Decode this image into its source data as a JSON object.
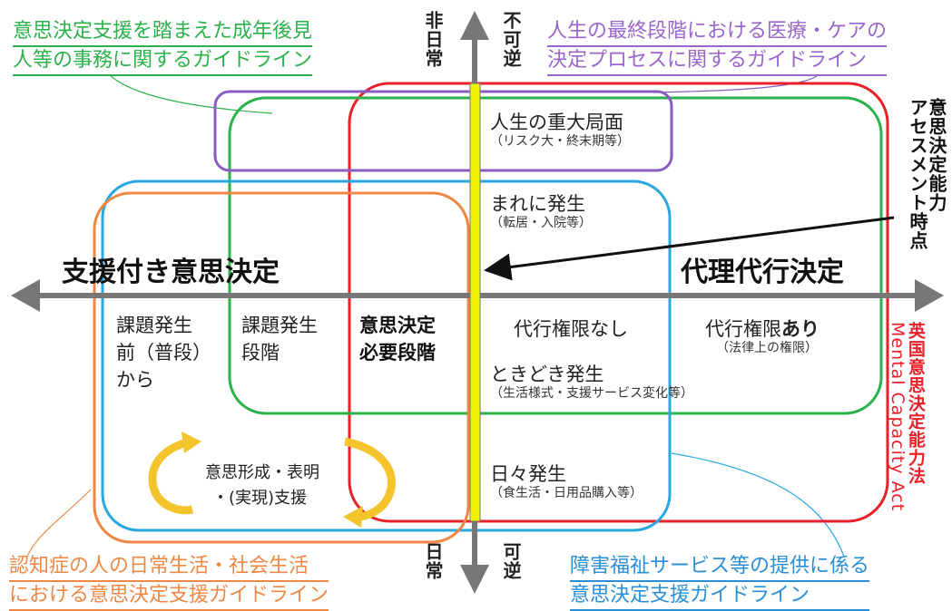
{
  "guidelines": {
    "adult_guardianship": [
      "意思決定支援を踏まえた成年後見",
      "人等の事務に関するガイドライン"
    ],
    "end_of_life": [
      "人生の最終段階における医療・ケアの",
      "決定プロセスに関するガイドライン"
    ],
    "dementia": [
      "認知症の人の日常生活・社会生活",
      "における意思決定支援ガイドライン"
    ],
    "disability_services": [
      "障害福祉サービス等の提供に係る",
      "意思決定支援ガイドライン"
    ]
  },
  "axis": {
    "top_left": "非日常",
    "top_right": "不可逆",
    "bottom_left": "日常",
    "bottom_right": "可逆",
    "left": "支援付き意思決定",
    "right": "代理代行決定"
  },
  "assessment_label": [
    "意思決定能力",
    "アセスメント時点"
  ],
  "mca_label": [
    "英国意思決定能力法",
    "Mental Capacity Act"
  ],
  "events": {
    "major": {
      "title": "人生の重大局面",
      "sub": "（リスク大・終末期等）"
    },
    "rare": {
      "title": "まれに発生",
      "sub": "（転居・入院等）"
    },
    "sometimes": {
      "title": "ときどき発生",
      "sub": "（生活様式・支援サービス変化等）"
    },
    "daily": {
      "title": "日々発生",
      "sub": "（食生活・日用品購入等）"
    }
  },
  "phases": {
    "before": [
      "課題発生",
      "前（普段）",
      "から"
    ],
    "during": [
      "課題発生",
      "段階"
    ],
    "needed": [
      "意思決定",
      "必要段階"
    ]
  },
  "authority": {
    "none": "代行権限なし",
    "yes_prefix": "代行権限",
    "yes_bold": "あり",
    "legal": "（法律上の権限）"
  },
  "support_cycle": [
    "意思形成・表明",
    "・(実現)支援"
  ],
  "colors": {
    "red": "#e8202a",
    "green": "#2bb24c",
    "purple": "#8a5cc0",
    "blue": "#29a8e0",
    "orange": "#ee8844",
    "axis": "#777777",
    "center_bar": "#eef200"
  }
}
